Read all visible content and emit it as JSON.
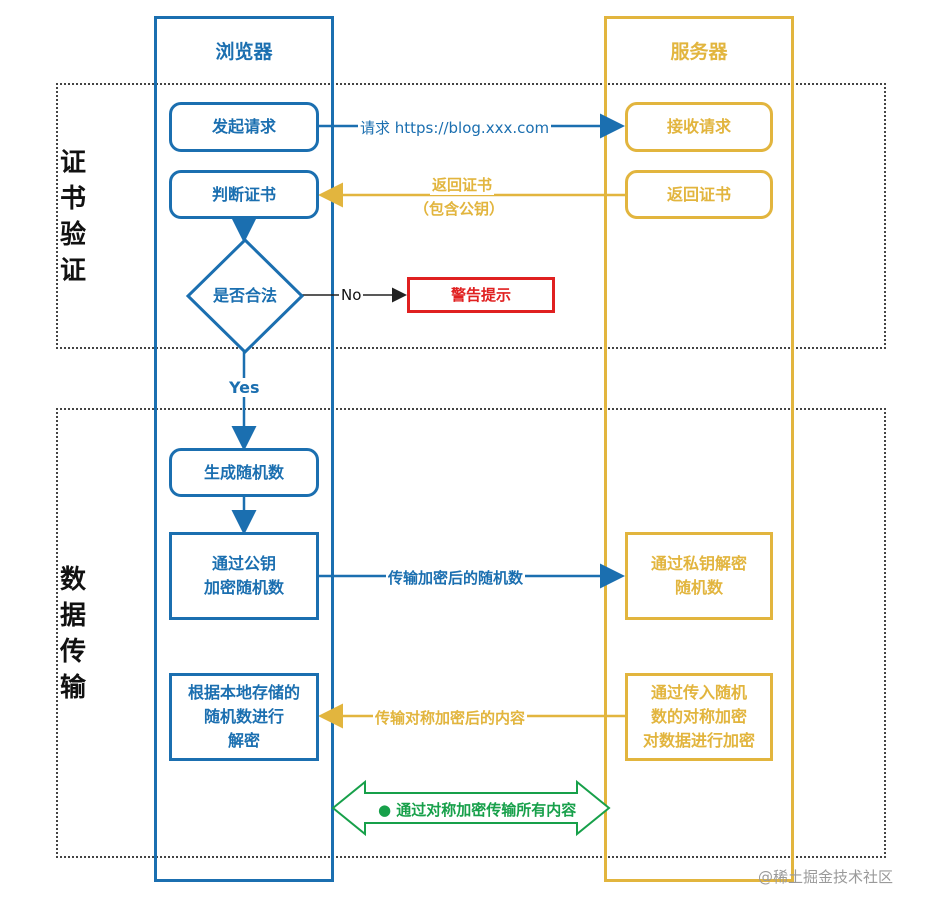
{
  "lanes": {
    "browser": {
      "title": "浏览器"
    },
    "server": {
      "title": "服务器"
    }
  },
  "sections": {
    "cert": {
      "label": "证\n书\n验\n证"
    },
    "data": {
      "label": "数\n据\n传\n输"
    }
  },
  "nodes": {
    "send_request": "发起请求",
    "receive_request": "接收请求",
    "judge_cert": "判断证书",
    "return_cert": "返回证书",
    "is_valid": "是否合法",
    "warning": "警告提示",
    "gen_random": "生成随机数",
    "encrypt_random": "通过公钥\n加密随机数",
    "decrypt_random": "通过私钥解密\n随机数",
    "local_decrypt": "根据本地存储的\n随机数进行\n解密",
    "sym_encrypt": "通过传入随机\n数的对称加密\n对数据进行加密"
  },
  "edges": {
    "request": "请求 https://blog.xxx.com",
    "return_cert_line1": "返回证书",
    "return_cert_line2": "（包含公钥）",
    "no": "No",
    "yes": "Yes",
    "send_encrypted": "传输加密后的随机数",
    "send_sym": "传输对称加密后的内容",
    "all_content": "● 通过对称加密传输所有内容"
  },
  "watermark": "@稀土掘金技术社区",
  "colors": {
    "browser": "#1b6fb0",
    "server": "#e2b53e",
    "alert": "#e02020",
    "bidirectional": "#17a04a"
  }
}
